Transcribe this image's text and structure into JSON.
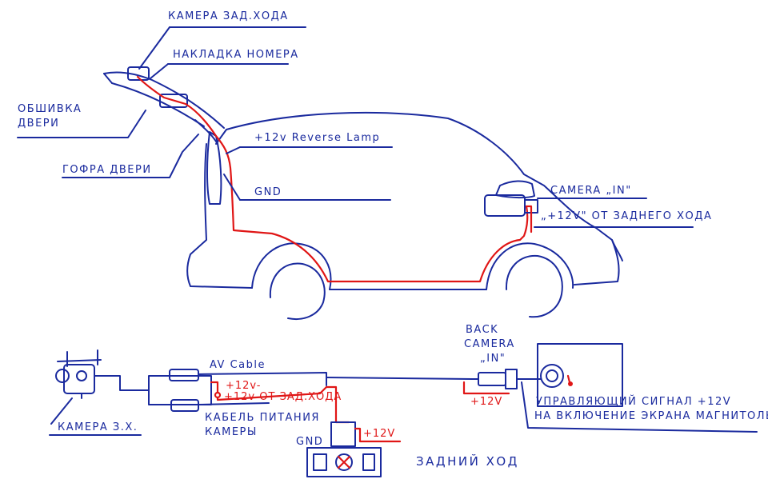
{
  "labels": {
    "camera_rear": "КАМЕРА ЗАД.ХОДА",
    "plate_cover": "НАКЛАДКА НОМЕРА",
    "door_trim_1": "ОБШИВКА",
    "door_trim_2": "ДВЕРИ",
    "door_boot": "ГОФРА ДВЕРИ",
    "reverse_lamp": "+12v Reverse Lamp",
    "gnd_top": "GND",
    "camera_in": "CAMERA „IN\"",
    "plus12_from_reverse": "„+12V\" ОТ ЗАДНЕГО ХОДА",
    "av_cable": "AV Cable",
    "plus12_small": "+12v-",
    "plus12_from_reverse_short": "+12v ОТ ЗАД.ХОДА",
    "power_cable_1": "КАБЕЛЬ ПИТАНИЯ",
    "power_cable_2": "КАМЕРЫ",
    "camera_zx": "КАМЕРА З.Х.",
    "back_camera_1": "BACK",
    "back_camera_2": "CAMERA",
    "back_camera_3": "„IN\"",
    "plus12_red_lower": "+12V",
    "control_signal_1": "УПРАВЛЯЮЩИЙ СИГНАЛ +12V",
    "control_signal_2": "НА ВКЛЮЧЕНИЕ ЭКРАНА МАГНИТОЛЫ",
    "gnd_bottom": "GND",
    "plus12_red_lamp": "+12V",
    "reverse_gear": "ЗАДНИЙ ХОД"
  },
  "colors": {
    "ink": "#1a2a9e",
    "wire_red": "#e01616"
  }
}
